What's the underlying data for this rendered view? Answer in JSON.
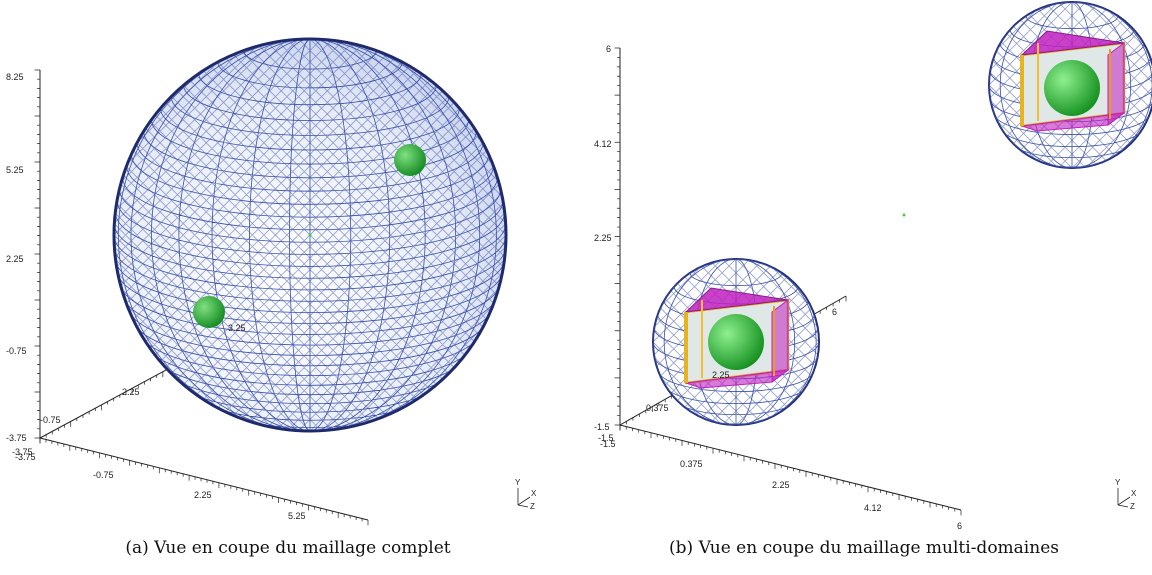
{
  "figure_a": {
    "caption": "(a) Vue en coupe du maillage complet",
    "z_ticks": [
      "8.25",
      "5.25",
      "2.25",
      "-0.75",
      "-3.75"
    ],
    "diag_ticks": [
      "3.25",
      "2.25",
      "-0.75"
    ],
    "x_ticks": [
      "-3.75",
      "-0.75",
      "2.25",
      "5.25"
    ],
    "corner_label": "-3.75",
    "triad": {
      "y": "Y",
      "x": "X",
      "z": "Z"
    }
  },
  "figure_b": {
    "caption": "(b) Vue en coupe du maillage multi-domaines",
    "z_ticks": [
      "6",
      "4.12",
      "2.25",
      "-1.5"
    ],
    "diag_ticks": [
      "6",
      "2.25",
      "0.375"
    ],
    "x_ticks": [
      "-1.5",
      "0.375",
      "2.25",
      "4.12",
      "6"
    ],
    "corner_label": "-1.5",
    "triad": {
      "y": "Y",
      "x": "X",
      "z": "Z"
    }
  },
  "colors": {
    "mesh": "#2b3f8c",
    "sphere_fill": "#eef2fb",
    "inclusion": "#22aa33",
    "cube_yellow": "#e6b422",
    "cube_magenta": "#c020c0"
  }
}
